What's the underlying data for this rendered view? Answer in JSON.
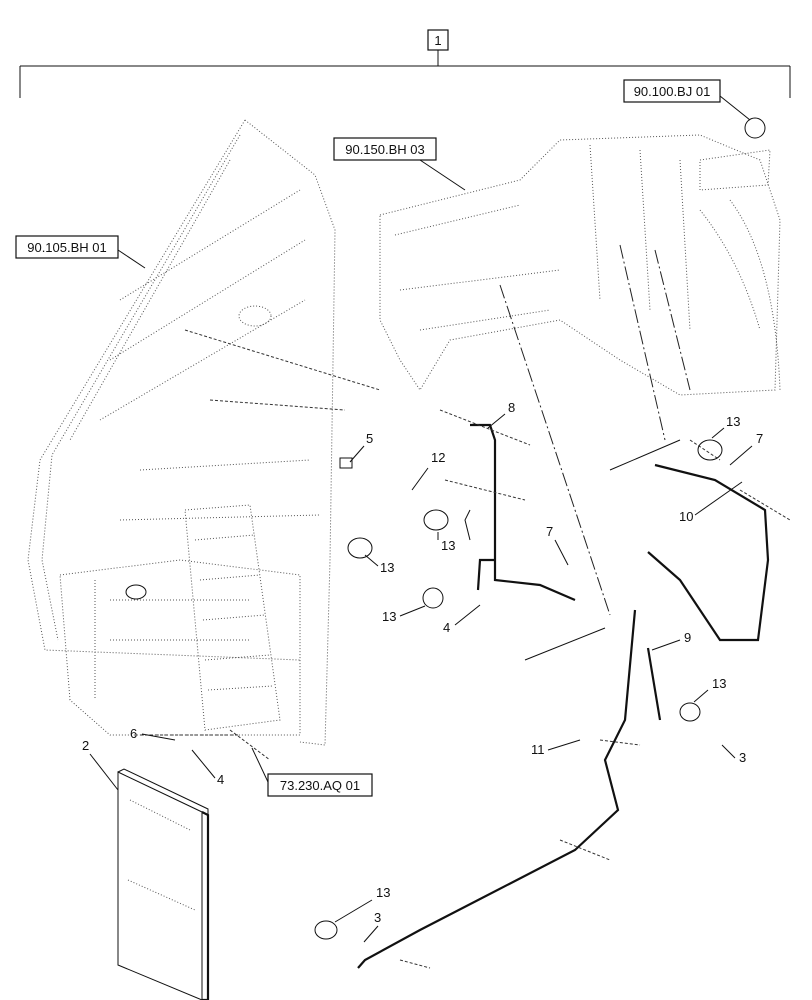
{
  "kit_callout": "1",
  "reference_labels": {
    "cab_structure": "90.105.BH 01",
    "fender_panel": "90.150.BH 03",
    "rear_panel": "90.100.BJ 01",
    "steps": "73.230.AQ 01"
  },
  "callouts": {
    "manual": "2",
    "bracket_right": "3",
    "bracket_bottom": "3",
    "bracket_left_a": "4",
    "bracket_left_b": "4",
    "decal": "5",
    "tab": "6",
    "tie_upper": "7",
    "tie_mid": "7",
    "harness_upper": "8",
    "harness_lower": "9",
    "harness_right": "10",
    "tie_lower": "11",
    "bracket_12": "12",
    "lamp_a": "13",
    "lamp_b": "13",
    "lamp_c": "13",
    "lamp_d": "13",
    "lamp_e": "13",
    "lamp_f": "13"
  }
}
